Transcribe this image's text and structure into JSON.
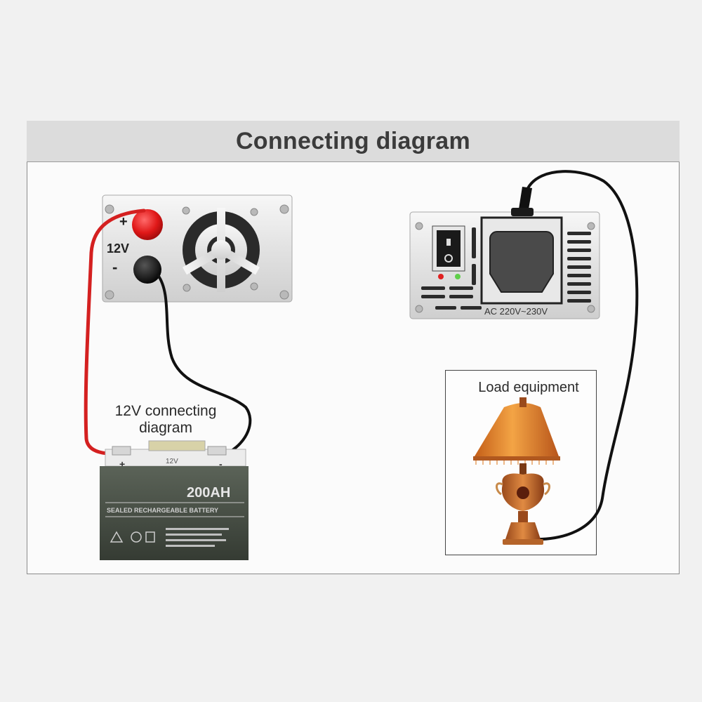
{
  "title": "Connecting diagram",
  "inverter_dc": {
    "positive": "+",
    "negative": "-",
    "voltage": "12V"
  },
  "inverter_ac": {
    "outlet_text": "AC 220V~230V"
  },
  "battery": {
    "capacity": "200AH",
    "subtitle": "SEALED RECHARGEABLE BATTERY",
    "voltage": "12V",
    "positive": "+",
    "negative": "-"
  },
  "labels": {
    "connecting": "12V connecting diagram",
    "load": "Load equipment"
  },
  "colors": {
    "red_wire": "#d42020",
    "black_wire": "#111111",
    "battery_body": "#4a5248",
    "lampshade": "#e0892f"
  }
}
